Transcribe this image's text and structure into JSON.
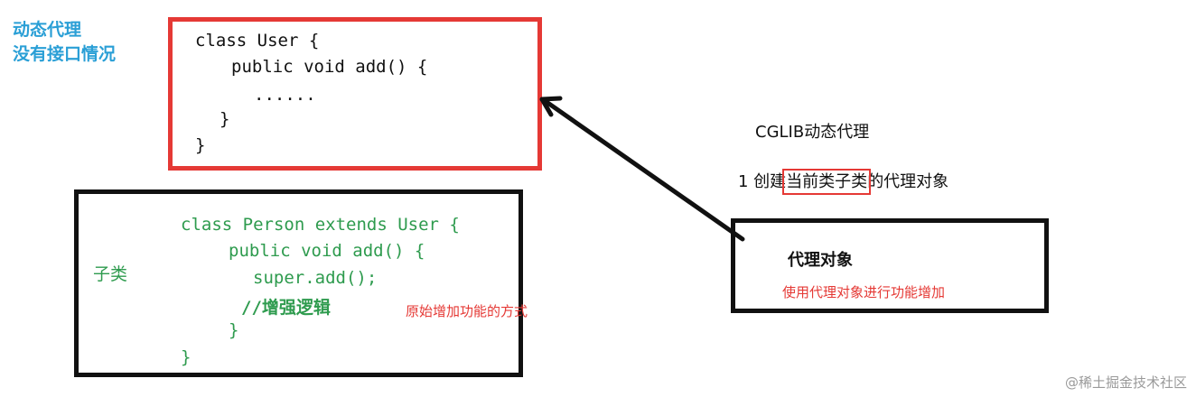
{
  "heading": {
    "line1": "动态代理",
    "line2": "没有接口情况"
  },
  "user_class": {
    "line1": "class User {",
    "line2": "public void add() {",
    "line3": "......",
    "line4": "}",
    "line5": "}"
  },
  "person_class": {
    "line1": "class Person extends User {",
    "line2": "public void add() {",
    "line3": "super.add();",
    "line4": "//增强逻辑",
    "line5": "}",
    "line6": "}"
  },
  "subclass_label": "子类",
  "original_note": "原始增加功能的方式",
  "cglib": {
    "title": "CGLIB动态代理",
    "step_prefix": "1 创建",
    "step_highlight": "当前类子类",
    "step_suffix": "的代理对象"
  },
  "proxy_box": {
    "title": "代理对象",
    "note": "使用代理对象进行功能增加"
  },
  "watermark": "@稀土掘金技术社区",
  "colors": {
    "heading": "#2a9fd6",
    "red": "#e53935",
    "green": "#2e9b4e",
    "black": "#111111"
  }
}
